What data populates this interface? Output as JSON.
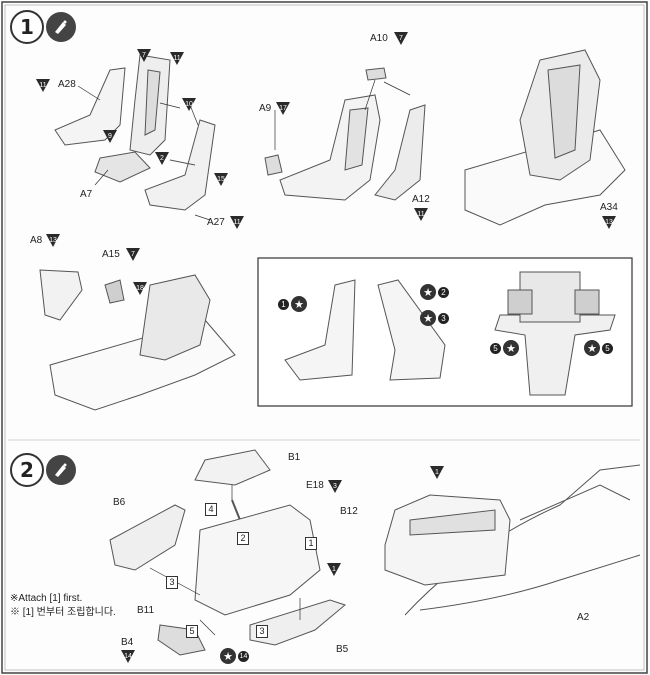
{
  "step1": {
    "number": "1",
    "labels": {
      "a28": "A28",
      "a7": "A7",
      "a27": "A27",
      "a10": "A10",
      "a9": "A9",
      "a12": "A12",
      "a34": "A34",
      "a8": "A8",
      "a15": "A15"
    },
    "color_codes": {
      "a28": "11",
      "seat_top_left": "7",
      "seat_top_right": "11",
      "belt_10": "10",
      "seat_9": "9",
      "seat_2": "2",
      "seat_15": "15",
      "a27": "11",
      "a10": "7",
      "a9": "17",
      "a12": "11",
      "a34": "13",
      "a8": "13",
      "a15": "7",
      "a15_body": "18"
    },
    "decals": {
      "d1": "1",
      "d2": "2",
      "d3": "3",
      "d5_left": "5",
      "d5_right": "5"
    }
  },
  "step2": {
    "number": "2",
    "labels": {
      "b1": "B1",
      "e18": "E18",
      "b12": "B12",
      "b6": "B6",
      "b11": "B11",
      "b4": "B4",
      "b5": "B5",
      "a2": "A2"
    },
    "color_codes": {
      "e18": "3",
      "b12_marker": "1",
      "b4": "14",
      "canopy": "1"
    },
    "box_refs": {
      "r4": "4",
      "r2": "2",
      "r1": "1",
      "r3a": "3",
      "r5": "5",
      "r3b": "3"
    },
    "decal_glue": "14",
    "notes": {
      "english": "※Attach [1] first.",
      "korean": "※ [1] 번부터 조립합니다."
    }
  },
  "colors": {
    "ink": "#222222",
    "line": "#555555",
    "triangle": "#2a2a2a"
  }
}
